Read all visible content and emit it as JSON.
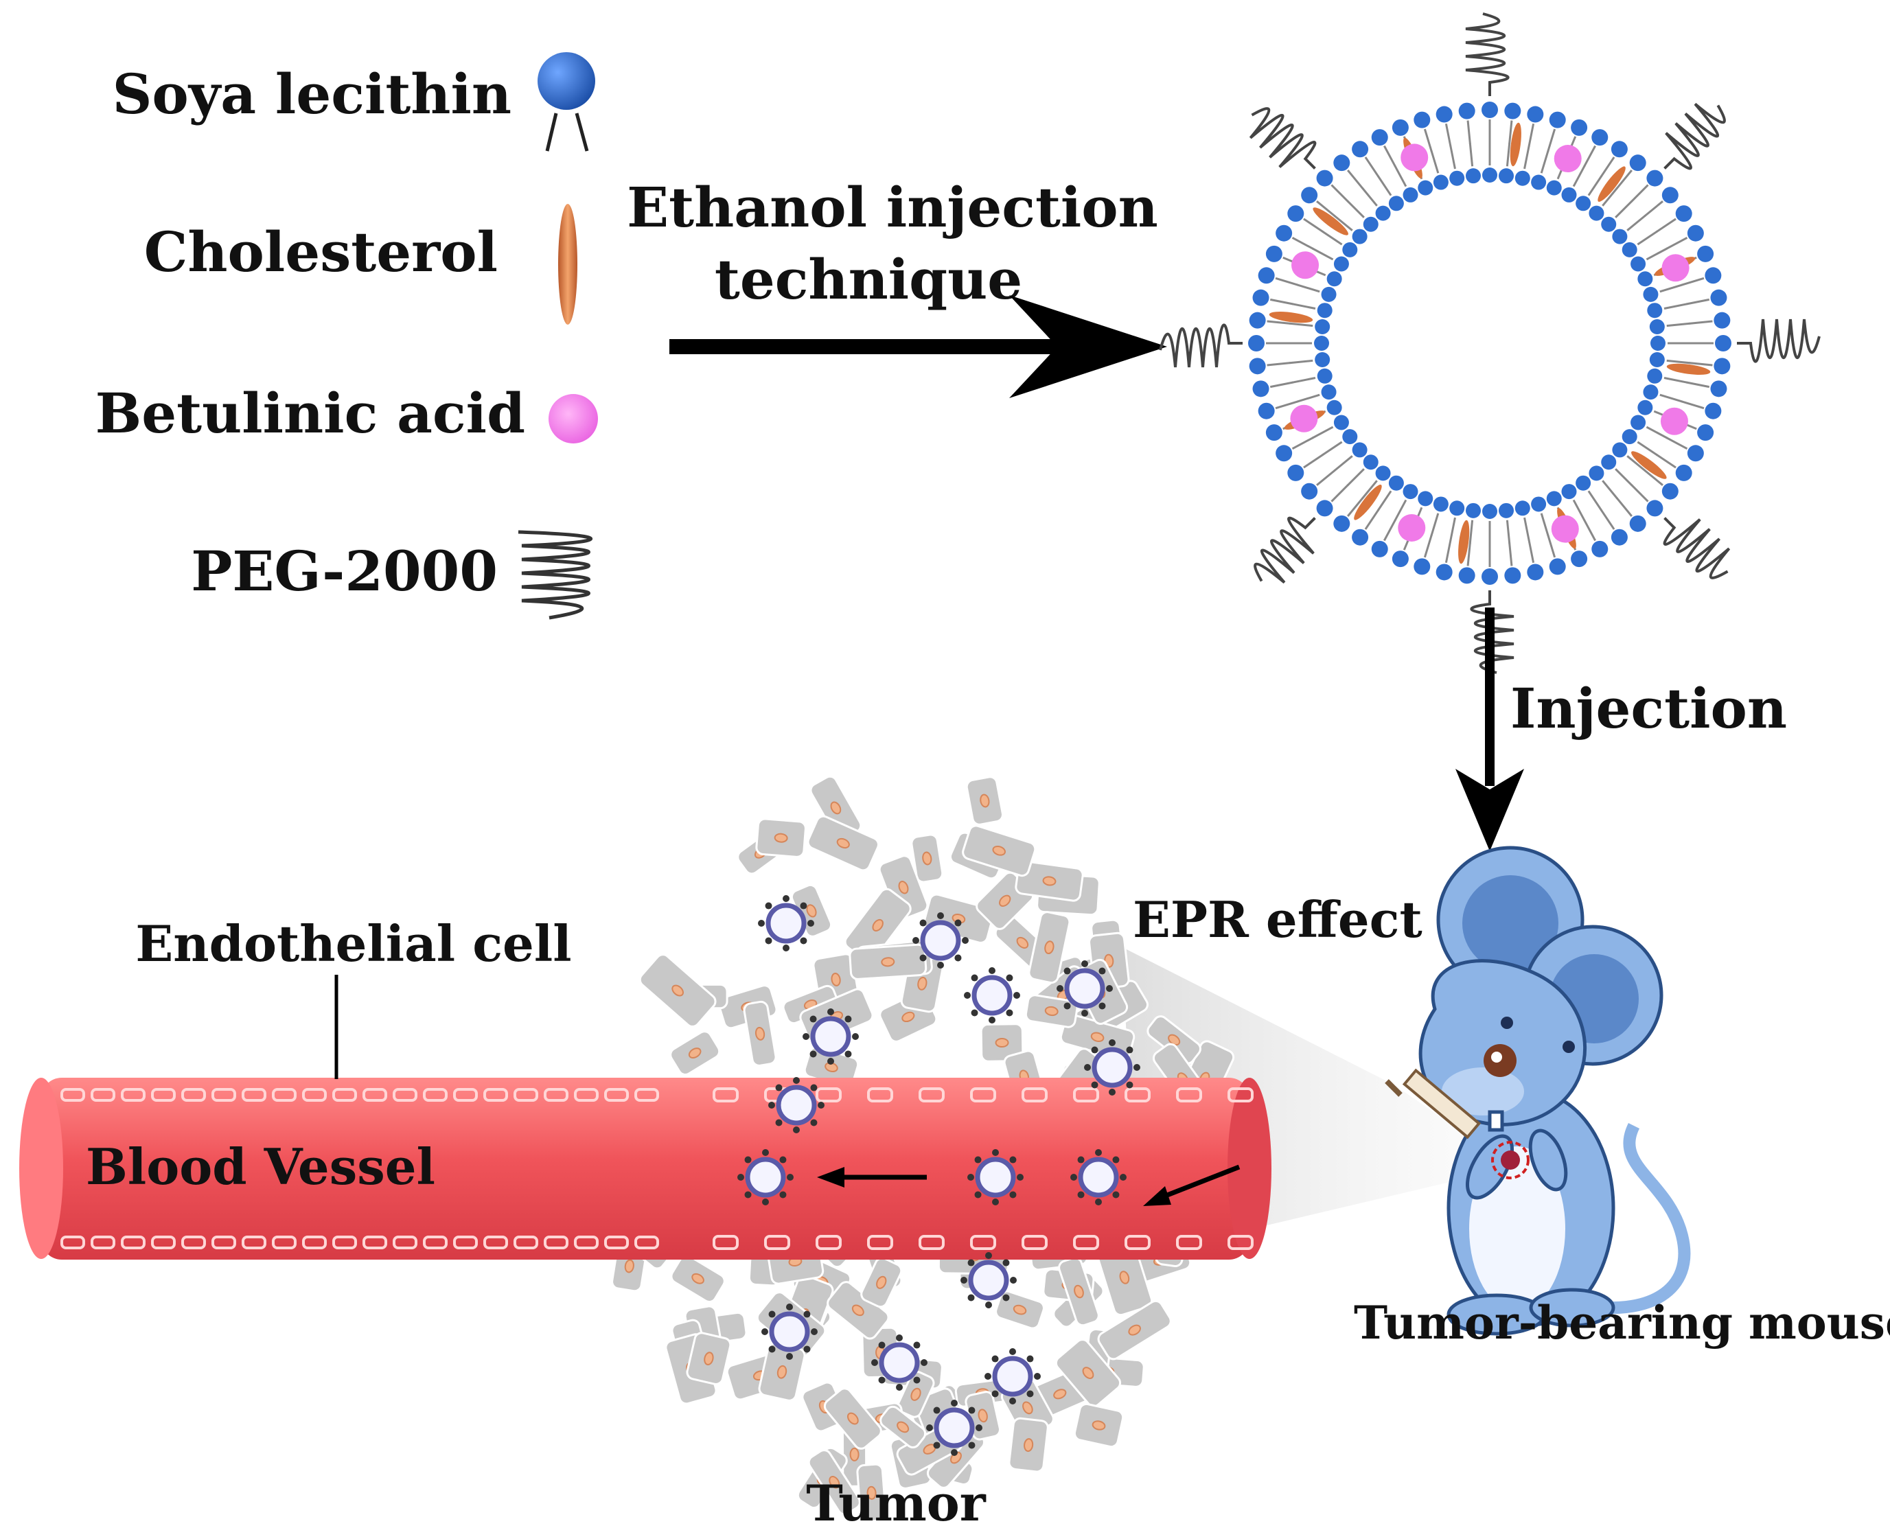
{
  "legend": {
    "items": [
      {
        "label": "Soya lecithin",
        "icon": "phospholipid-icon"
      },
      {
        "label": "Cholesterol",
        "icon": "cholesterol-icon"
      },
      {
        "label": "Betulinic acid",
        "icon": "betulinic-acid-icon"
      },
      {
        "label": "PEG-2000",
        "icon": "peg-chain-icon"
      }
    ]
  },
  "process": {
    "step1_line1": "Ethanol injection",
    "step1_line2": "technique",
    "step2": "Injection"
  },
  "labels": {
    "endothelial": "Endothelial cell",
    "blood_vessel": "Blood Vessel",
    "epr": "EPR effect",
    "tumor": "Tumor",
    "mouse": "Tumor-bearing mouse"
  },
  "colors": {
    "lecithin_head": "#2f6fd0",
    "cholesterol": "#d9743a",
    "betulinic_acid": "#f07ae8",
    "vessel": "#f0545a",
    "tumor_cell": "#c8c8c8",
    "nucleus": "#f2b38a",
    "mouse": "#8db4e6",
    "liposome_small": "#5a5aa8"
  }
}
